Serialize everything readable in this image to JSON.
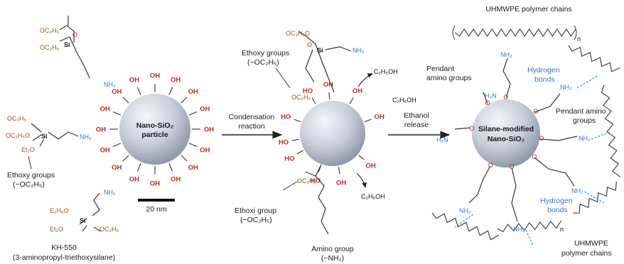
{
  "colors": {
    "amine": "#3a78b5",
    "hydroxyl": "#b0302a",
    "ethoxy": "#8a5a2b",
    "oxygen": "#c0392b",
    "bond": "#333333",
    "hbond": "#3a9bd5",
    "sphere_light": "#f4f6fa",
    "sphere_dark": "#9aa3b3"
  },
  "left": {
    "silane_top": {
      "oc1": "OC₂H₅",
      "oc2": "OC₂H₅",
      "o": "O",
      "si": "Si",
      "nh2": "NH₂"
    },
    "silane_mid": {
      "oc1": "OC₂H₅",
      "oc2": "OC₂H₅O",
      "et": "Et₂O",
      "si": "Si",
      "nh2": "NH₂"
    },
    "ethoxy_label": "Ethoxy groups",
    "ethoxy_formula": "(−OC₂H₅)",
    "silane_bot": {
      "nh2": "NH₂",
      "e1": "E₂H₅O",
      "e2": "Et₂O",
      "si": "Si",
      "oc": "OC₂H₅"
    },
    "kh_name": "KH-550",
    "kh_full": "(3-aminopropyl-triethoxysilane)"
  },
  "particle1": {
    "line1": "Nano-SiO₂",
    "line2": "particle",
    "oh": "OH",
    "scale": "20 nm"
  },
  "arrow1": {
    "line1": "Condensation",
    "line2": "reaction"
  },
  "middle": {
    "ethoxy_label": "Ethoxy groups",
    "ethoxy_formula": "(−OC₂H₅)",
    "oc_top": "OC₂H₅O",
    "o": "O",
    "si": "Si",
    "nh2": "NH₂",
    "oc_mid": "OC₂H₅",
    "ho": "HO",
    "oc_bot": "OC₂H₅",
    "ethoxi_label": "Ethoxi group",
    "ethoxi_formula": "(−OC₂H₅)",
    "amino_label": "Amino group",
    "amino_formula": "(−NH₂)",
    "ethanol": "C₂H₅OH"
  },
  "arrow2": {
    "line1": "Ethanol",
    "line2": "release"
  },
  "right": {
    "top_label": "UHMWPE polymer chains",
    "n": "n",
    "pendant1_l1": "Pendant",
    "pendant1_l2": "amino groups",
    "hb_l1": "Hydrogen",
    "hb_l2": "bonds",
    "pendant2_l1": "Pendant amino",
    "pendant2_l2": "groups",
    "nh2": "NH₂",
    "h2n": "H₂N",
    "particle_l1": "Silane-modified",
    "particle_l2": "Nano-SiO₂",
    "bottom_l1": "UHMWPE",
    "bottom_l2": "polymer chains"
  }
}
